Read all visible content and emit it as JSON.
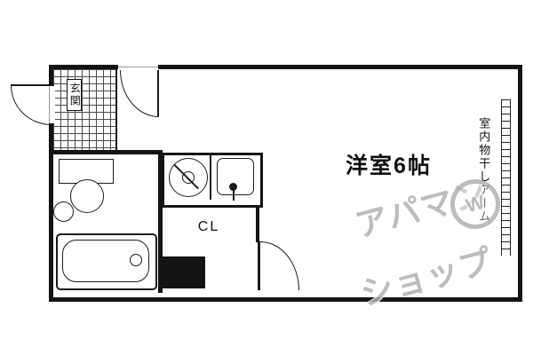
{
  "plan": {
    "entrance": "玄関",
    "main_room": "洋室6帖",
    "closet": "CL",
    "drying_arm": "室内物干しアーム"
  },
  "watermark": {
    "line1": "アパマン",
    "line2": "ショップ",
    "logo": "W"
  },
  "colors": {
    "wall": "#141414",
    "fixture": "#1c1c1c",
    "grid": "#4a4a4a",
    "watermark": "#b2b2b2",
    "background": "#ffffff"
  }
}
